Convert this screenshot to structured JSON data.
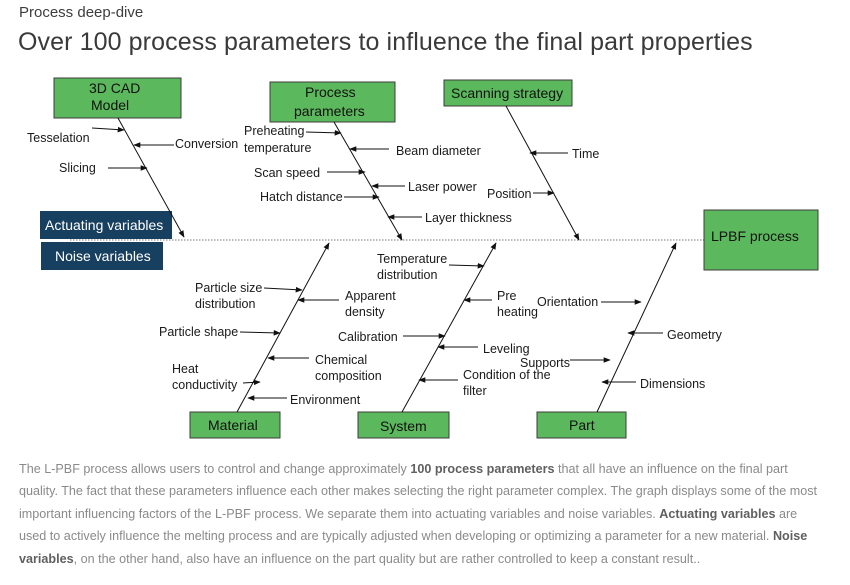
{
  "eyebrow": "Process deep-dive",
  "headline": "Over 100 process parameters to influence the final part properties",
  "diagram": {
    "effect": "LPBF process",
    "actuating_label": "Actuating variables",
    "noise_label": "Noise variables",
    "categories": {
      "cad": [
        "3D CAD",
        "Model"
      ],
      "process": [
        "Process",
        "parameters"
      ],
      "scanning": "Scanning strategy",
      "material": "Material",
      "system": "System",
      "part": "Part"
    },
    "causes": {
      "tesselation": "Tesselation",
      "conversion": "Conversion",
      "slicing": "Slicing",
      "preheating": [
        "Preheating",
        "temperature"
      ],
      "beam_diameter": "Beam diameter",
      "scan_speed": "Scan speed",
      "laser_power": "Laser power",
      "hatch_distance": "Hatch distance",
      "layer_thickness": "Layer thickness",
      "time": "Time",
      "position": "Position",
      "particle_size": [
        "Particle size",
        "distribution"
      ],
      "apparent_density": [
        "Apparent",
        "density"
      ],
      "particle_shape": "Particle shape",
      "chemical_composition": [
        "Chemical",
        "composition"
      ],
      "heat_conductivity": [
        "Heat",
        "conductivity"
      ],
      "environment": "Environment",
      "temperature_distribution": [
        "Temperature",
        "distribution"
      ],
      "pre_heating": [
        "Pre",
        "heating"
      ],
      "calibration": "Calibration",
      "leveling": "Leveling",
      "filter_condition": [
        "Condition of the",
        "filter"
      ],
      "orientation": "Orientation",
      "geometry": "Geometry",
      "supports": "Supports",
      "dimensions": "Dimensions"
    }
  },
  "description": {
    "p1": "The L-PBF process allows users to control and change approximately ",
    "b1": "100 process parameters",
    "p2": " that all have an influence on the final part quality. The fact that these parameters influence each other makes selecting the right parameter complex. The graph displays some of the most important influencing factors of the L-PBF process. We separate them into actuating variables and noise variables. ",
    "b2": "Actuating variables",
    "p3": " are used to actively influence the melting process and are typically adjusted when developing or optimizing a parameter for a new material. ",
    "b3": "Noise variables",
    "p4": ", on the other hand, also have an influence on the part quality but are rather controlled to keep a constant result.."
  }
}
